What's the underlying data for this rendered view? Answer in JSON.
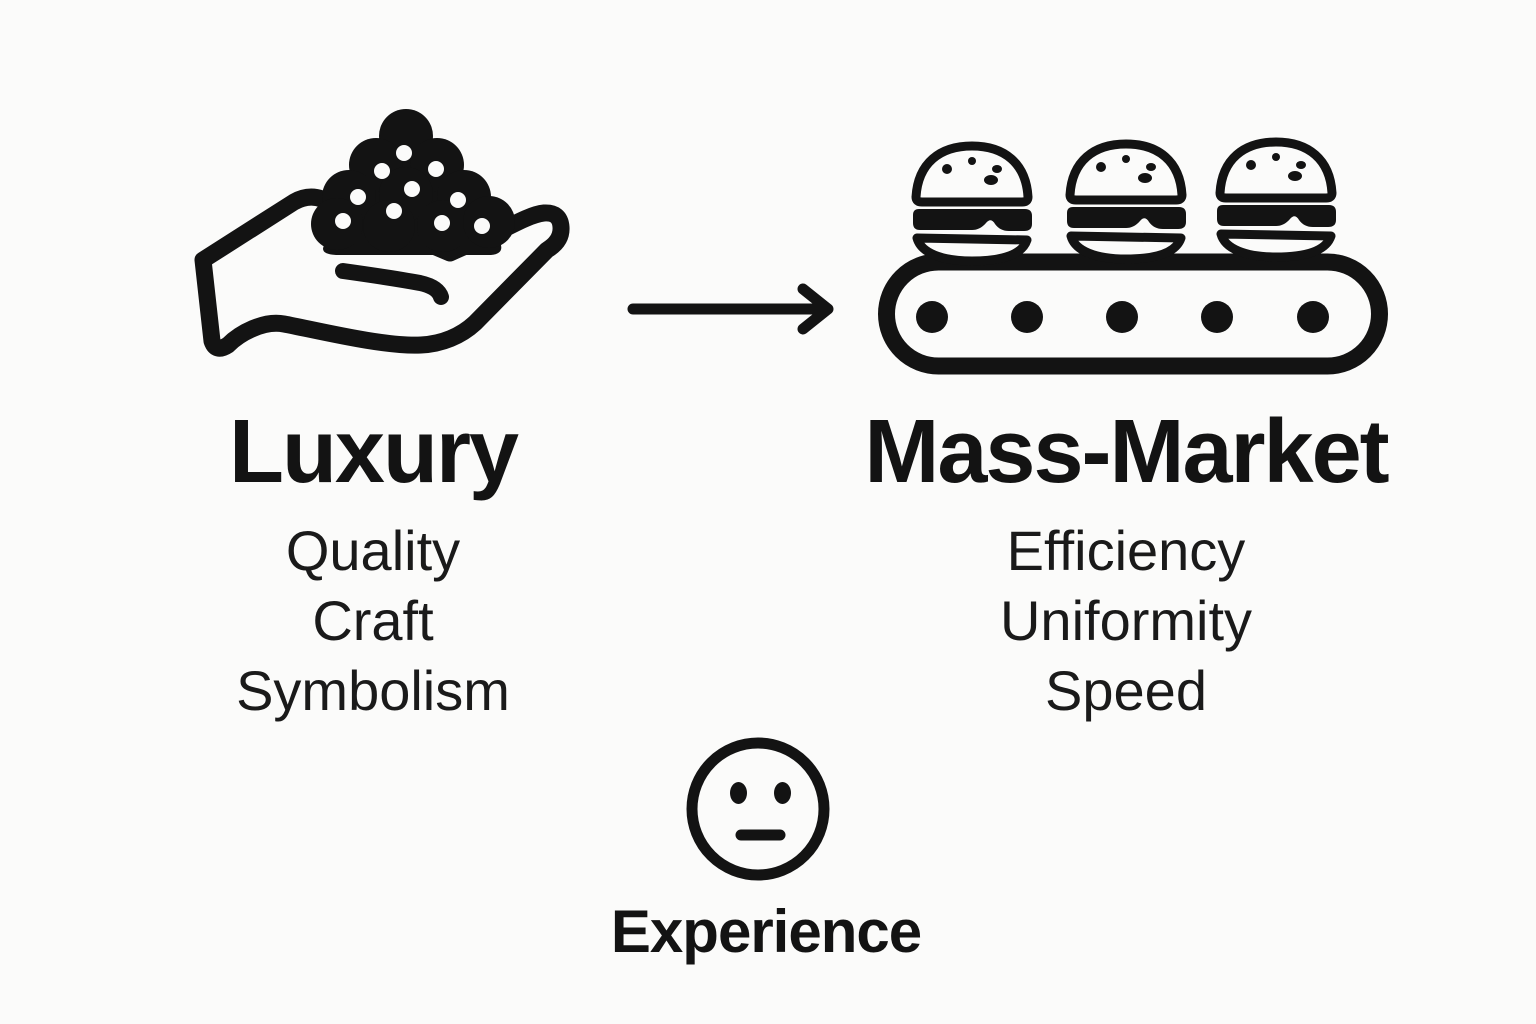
{
  "palette": {
    "background": "#fbfbfa",
    "ink": "#131313"
  },
  "columns": [
    {
      "title": "Luxury",
      "icon": "hand-holding-caviar-icon",
      "traits": [
        "Quality",
        "Craft",
        "Symbolism"
      ]
    },
    {
      "title": "Mass-Market",
      "icon": "burger-conveyor-icon",
      "traits": [
        "Efficiency",
        "Uniformity",
        "Speed"
      ]
    }
  ],
  "connector": {
    "icon": "right-arrow-icon",
    "direction": "left-to-right"
  },
  "footer": {
    "icon": "neutral-face-icon",
    "label": "Experience"
  }
}
